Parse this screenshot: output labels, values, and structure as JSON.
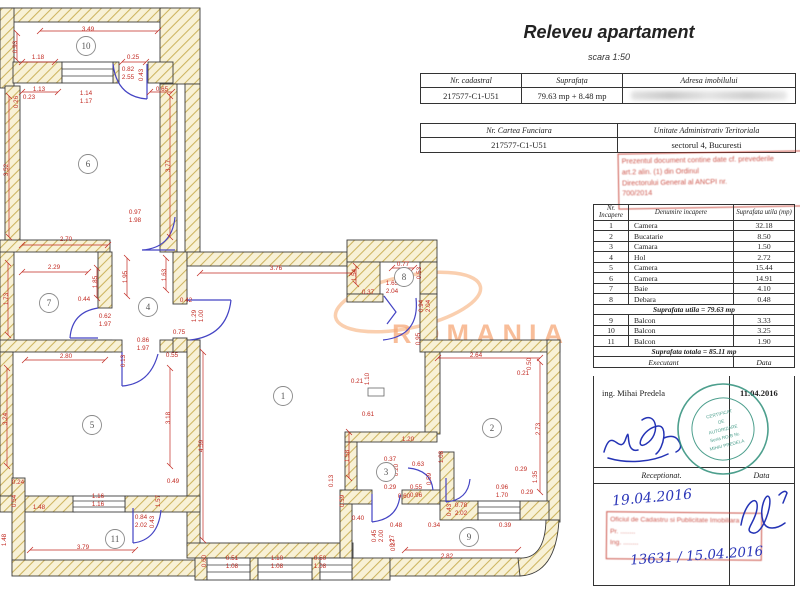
{
  "header": {
    "title": "Releveu apartament",
    "scale": "scara 1:50"
  },
  "cadastral_table": {
    "headers": [
      "Nr. cadastral",
      "Suprafața",
      "Adresa imobilului"
    ],
    "nr": "217577-C1-U51",
    "suprafata": "79.63 mp + 8.48 mp",
    "adresa_redacted": ""
  },
  "cf_table": {
    "headers": [
      "Nr. Cartea Funciara",
      "Unitate Administrativ Teritoriala"
    ],
    "nr": "217577-C1-U51",
    "uat": "sectorul 4, Bucuresti"
  },
  "stamp_red": {
    "lines": [
      "Prezentul document contine date cf. prevederile",
      "art.2 alin. (1) din Ordinul",
      "Directorului General al ANCPI nr.",
      "700/2014"
    ]
  },
  "stamp_red2": {
    "lines": [
      "Oficiul de Cadastru si Publicitate Imobiliara",
      "Pr. ........",
      "Ing. ........"
    ]
  },
  "rooms_table": {
    "headers": [
      "Nr. Incapere",
      "Denumire incapere",
      "Suprafata utila (mp)"
    ],
    "rows": [
      {
        "nr": "1",
        "name": "Camera",
        "area": "32.18"
      },
      {
        "nr": "2",
        "name": "Bucatarie",
        "area": "8.50"
      },
      {
        "nr": "3",
        "name": "Camara",
        "area": "1.50"
      },
      {
        "nr": "4",
        "name": "Hol",
        "area": "2.72"
      },
      {
        "nr": "5",
        "name": "Camera",
        "area": "15.44"
      },
      {
        "nr": "6",
        "name": "Camera",
        "area": "14.91"
      },
      {
        "nr": "7",
        "name": "Baie",
        "area": "4.10"
      },
      {
        "nr": "8",
        "name": "Debara",
        "area": "0.48"
      }
    ],
    "subtotal": "Suprafata utila = 79.63 mp",
    "balconies": [
      {
        "nr": "9",
        "name": "Balcon",
        "area": "3.33"
      },
      {
        "nr": "10",
        "name": "Balcon",
        "area": "3.25"
      },
      {
        "nr": "11",
        "name": "Balcon",
        "area": "1.90"
      }
    ],
    "total": "Suprafata totala = 85.11 mp",
    "executant_label": "Executant",
    "data_label": "Data"
  },
  "signatures": {
    "executant_name": "ing. Mihai Predela",
    "executant_date": "11.04.2016",
    "receptionat_label": "Receptionat.",
    "receptionat_data_label": "Data",
    "received_date": "19.04.2016",
    "registration": "13631 / 15.04.2016",
    "round_stamp_lines": [
      "CERTIFICAT",
      "DE",
      "AUTORIZARE",
      "Seria RO-B Nr.",
      "MIHAI PREDELA"
    ]
  },
  "plan": {
    "watermark": "ROMANIA",
    "rooms": [
      [
        "1",
        283,
        396
      ],
      [
        "2",
        492,
        428
      ],
      [
        "3",
        386,
        472
      ],
      [
        "4",
        148,
        307
      ],
      [
        "5",
        92,
        425
      ],
      [
        "6",
        88,
        164
      ],
      [
        "7",
        49,
        303
      ],
      [
        "8",
        404,
        277
      ],
      [
        "9",
        469,
        537
      ],
      [
        "10",
        86,
        46
      ],
      [
        "11",
        115,
        539
      ]
    ],
    "dims": [
      [
        "3.49",
        88,
        31
      ],
      [
        "0.93",
        17,
        47,
        1
      ],
      [
        "1.18",
        38,
        59
      ],
      [
        "0.25",
        133,
        59
      ],
      [
        "0.82",
        128,
        71
      ],
      [
        "2.55",
        128,
        79
      ],
      [
        "0.43",
        143,
        75,
        1
      ],
      [
        "1.13",
        39,
        91
      ],
      [
        "0.23",
        29,
        99
      ],
      [
        "0.26",
        18,
        102,
        1
      ],
      [
        "1.14",
        86,
        95
      ],
      [
        "1.17",
        86,
        103
      ],
      [
        "0.65",
        162,
        91
      ],
      [
        "3.52",
        8,
        170,
        1
      ],
      [
        "3.77",
        170,
        166,
        1
      ],
      [
        "2.70",
        66,
        241
      ],
      [
        "2.29",
        54,
        269
      ],
      [
        "1.85",
        97,
        282,
        1
      ],
      [
        "1.73",
        8,
        299,
        1
      ],
      [
        "0.44",
        84,
        301
      ],
      [
        "0.62",
        105,
        318
      ],
      [
        "1.97",
        105,
        326
      ],
      [
        "1.95",
        127,
        277,
        1
      ],
      [
        "1.63",
        166,
        275,
        1
      ],
      [
        "0.42",
        186,
        302
      ],
      [
        "1.29",
        196,
        316,
        1
      ],
      [
        "1.00",
        203,
        316,
        1
      ],
      [
        "0.75",
        179,
        334
      ],
      [
        "0.86",
        143,
        342
      ],
      [
        "1.97",
        143,
        350
      ],
      [
        "2.80",
        66,
        358
      ],
      [
        "0.13",
        125,
        361,
        1
      ],
      [
        "0.55",
        172,
        357
      ],
      [
        "3.24",
        7,
        419,
        1
      ],
      [
        "3.18",
        170,
        418,
        1
      ],
      [
        "3.76",
        276,
        270
      ],
      [
        "1.54",
        356,
        275,
        1
      ],
      [
        "0.37",
        368,
        294
      ],
      [
        "0.97",
        135,
        214
      ],
      [
        "1.98",
        135,
        222
      ],
      [
        "0.77",
        403,
        266
      ],
      [
        "0.53",
        421,
        273,
        1
      ],
      [
        "1.65",
        392,
        285
      ],
      [
        "2.04",
        392,
        293
      ],
      [
        "0.94",
        423,
        306,
        1
      ],
      [
        "2.04",
        430,
        306,
        1
      ],
      [
        "0.95",
        420,
        339,
        1
      ],
      [
        "2.64",
        476,
        357
      ],
      [
        "0.50",
        531,
        364,
        1
      ],
      [
        "0.21",
        523,
        375
      ],
      [
        "0.21",
        357,
        383
      ],
      [
        "1.10",
        369,
        379,
        1
      ],
      [
        "0.61",
        368,
        416
      ],
      [
        "2.73",
        540,
        429,
        1
      ],
      [
        "0.29",
        521,
        471
      ],
      [
        "1.35",
        537,
        477,
        1
      ],
      [
        "0.96",
        502,
        489
      ],
      [
        "1.70",
        502,
        497
      ],
      [
        "0.29",
        527,
        494
      ],
      [
        "1.20",
        408,
        441
      ],
      [
        "1.08",
        443,
        457,
        1
      ],
      [
        "0.37",
        390,
        461
      ],
      [
        "0.63",
        418,
        466
      ],
      [
        "0.20",
        398,
        470,
        1
      ],
      [
        "0.29",
        390,
        489
      ],
      [
        "0.60",
        404,
        498
      ],
      [
        "0.55",
        416,
        489
      ],
      [
        "0.96",
        416,
        497
      ],
      [
        "0.59",
        431,
        479,
        1
      ],
      [
        "0.78",
        461,
        507
      ],
      [
        "2.02",
        461,
        515
      ],
      [
        "0.43",
        451,
        510,
        1
      ],
      [
        "0.48",
        396,
        527
      ],
      [
        "0.34",
        434,
        527
      ],
      [
        "0.39",
        505,
        527
      ],
      [
        "2.82",
        447,
        558
      ],
      [
        "0.27",
        394,
        541,
        1
      ],
      [
        "4.59",
        203,
        446,
        1
      ],
      [
        "1.58",
        349,
        456,
        1
      ],
      [
        "0.13",
        333,
        481,
        1
      ],
      [
        "0.59",
        344,
        501,
        1
      ],
      [
        "0.40",
        358,
        520
      ],
      [
        "0.45",
        376,
        536,
        1
      ],
      [
        "2.00",
        383,
        536,
        1
      ],
      [
        "0.27",
        395,
        545,
        1
      ],
      [
        "0.60",
        206,
        561,
        1
      ],
      [
        "0.51",
        232,
        560
      ],
      [
        "1.08",
        232,
        568
      ],
      [
        "1.10",
        277,
        560
      ],
      [
        "1.08",
        277,
        568
      ],
      [
        "0.50",
        320,
        560
      ],
      [
        "1.08",
        320,
        568
      ],
      [
        "0.24",
        18,
        484
      ],
      [
        "0.49",
        173,
        483
      ],
      [
        "0.54",
        16,
        501,
        1
      ],
      [
        "1.48",
        39,
        509
      ],
      [
        "1.16",
        98,
        498
      ],
      [
        "1.16",
        98,
        506
      ],
      [
        "1.57",
        160,
        501,
        1
      ],
      [
        "0.84",
        141,
        519
      ],
      [
        "2.02",
        141,
        527
      ],
      [
        "0.43",
        154,
        522,
        1
      ],
      [
        "3.79",
        83,
        549
      ],
      [
        "1.48",
        6,
        540,
        1
      ]
    ],
    "lines": [
      [
        40,
        31,
        158,
        31
      ],
      [
        17,
        33,
        17,
        60
      ],
      [
        22,
        62,
        55,
        62
      ],
      [
        122,
        62,
        146,
        62
      ],
      [
        22,
        92,
        58,
        92
      ],
      [
        9,
        96,
        9,
        237
      ],
      [
        170,
        96,
        170,
        237
      ],
      [
        22,
        245,
        108,
        245
      ],
      [
        150,
        92,
        172,
        92
      ],
      [
        22,
        272,
        88,
        272
      ],
      [
        8,
        263,
        8,
        335
      ],
      [
        97,
        268,
        97,
        298
      ],
      [
        127,
        258,
        127,
        296
      ],
      [
        166,
        258,
        166,
        290
      ],
      [
        200,
        273,
        352,
        273
      ],
      [
        25,
        360,
        105,
        360
      ],
      [
        7,
        368,
        7,
        466
      ],
      [
        170,
        368,
        170,
        466
      ],
      [
        203,
        352,
        203,
        540
      ],
      [
        438,
        358,
        540,
        358
      ],
      [
        540,
        362,
        540,
        492
      ],
      [
        405,
        550,
        518,
        550
      ],
      [
        30,
        550,
        135,
        550
      ],
      [
        349,
        432,
        349,
        478
      ],
      [
        356,
        266,
        356,
        284
      ],
      [
        392,
        268,
        414,
        268
      ]
    ]
  }
}
